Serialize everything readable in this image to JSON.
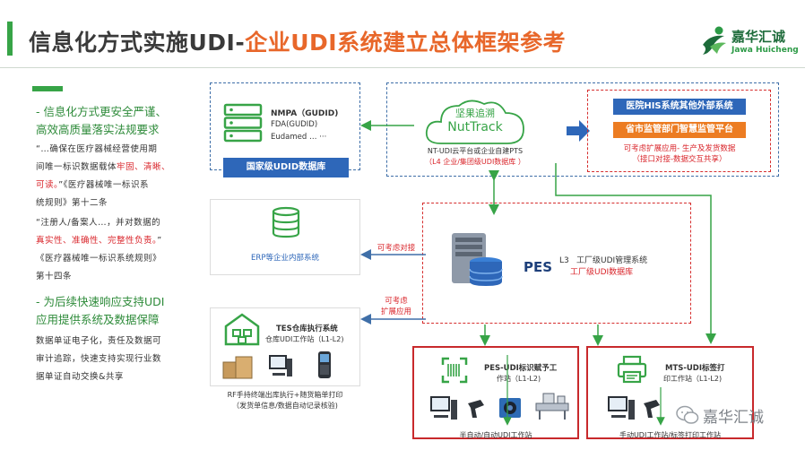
{
  "header": {
    "title_main": "信息化方式实施UDI-",
    "title_accent": "企业UDI系统建立总体框架参考",
    "logo_cn": "嘉华汇诚",
    "logo_en": "Jawa Huicheng"
  },
  "left_panel": {
    "point1_title_l1": "- 信息化方式更安全严谨、",
    "point1_title_l2": "高效高质量落实法规要求",
    "q1_l1": "“…确保在医疗器械经营使用期",
    "q1_l2a": "间唯一标识数据载体",
    "q1_l2b": "牢固、清晰、",
    "q1_l3a": "可读。",
    "q1_l3b": "”《医疗器械唯一标识系",
    "q1_l4": "统规则》第十二条",
    "q2_l1": "“注册人/备案人…，并对数据的",
    "q2_l2a": "真实性、准确性、完整性负责。",
    "q2_l2b": "”",
    "q2_l3": "《医疗器械唯一标识系统规则》",
    "q2_l4": "第十四条",
    "point2_title_l1": "- 为后续快速响应支持UDI",
    "point2_title_l2": "应用提供系统及数据保障",
    "p2_l1": "数据单证电子化，责任及数据可",
    "p2_l2": "审计追踪，快速支持实现行业数",
    "p2_l3": "据单证自动交换&共享"
  },
  "nmpa_box": {
    "title": "NMPA（GUDID)",
    "line2": "FDA(GUDID)",
    "line3": "Eudamed …  ···",
    "bar": "国家级UDID数据库"
  },
  "cloud_box": {
    "cloud_l1": "坚果追溯",
    "cloud_l2": "NutTrack",
    "cap1": "NT-UDI云平台或企业自建PTS",
    "cap2": "（L4 企业/集团级UDI数据库 ）"
  },
  "external_box": {
    "btn1": "医院HIS系统其他外部系统",
    "btn2": "省市监管部门智慧监管平台",
    "note1": "可考虑扩展应用- 生产及发货数据",
    "note2": "（接口对接-数据交互共享）"
  },
  "erp_box": {
    "label": "ERP等企业内部系统"
  },
  "arrow_labels": {
    "erp": "可考虑对接",
    "tes_l1": "可考虑",
    "tes_l2": "扩展应用"
  },
  "pes": {
    "name": "PES",
    "level": "L3",
    "desc": "工厂级UDI管理系统",
    "db": "工厂级UDI数据库"
  },
  "tes_box": {
    "title": "TES仓库执行系统",
    "sub": "仓库UDI工作站（L1-L2)",
    "cap1": "RF手持终端出库执行+随货箱单打印",
    "cap2": "（发货单信息/数据自动记录核验)"
  },
  "pes_station": {
    "title": "PES-UDI标识赋予工",
    "title2": "作站（L1-L2)",
    "caption": "半自动/自动UDI工作站"
  },
  "mts_station": {
    "title": "MTS-UDI标签打",
    "title2": "印工作站（L1-L2)",
    "caption": "手动UDI工作站/标签打印工作站"
  },
  "watermark": {
    "text": "嘉华汇诚"
  },
  "colors": {
    "green": "#37a447",
    "blue": "#2e67b9",
    "orange": "#ec7c22",
    "red": "#d9242a"
  }
}
